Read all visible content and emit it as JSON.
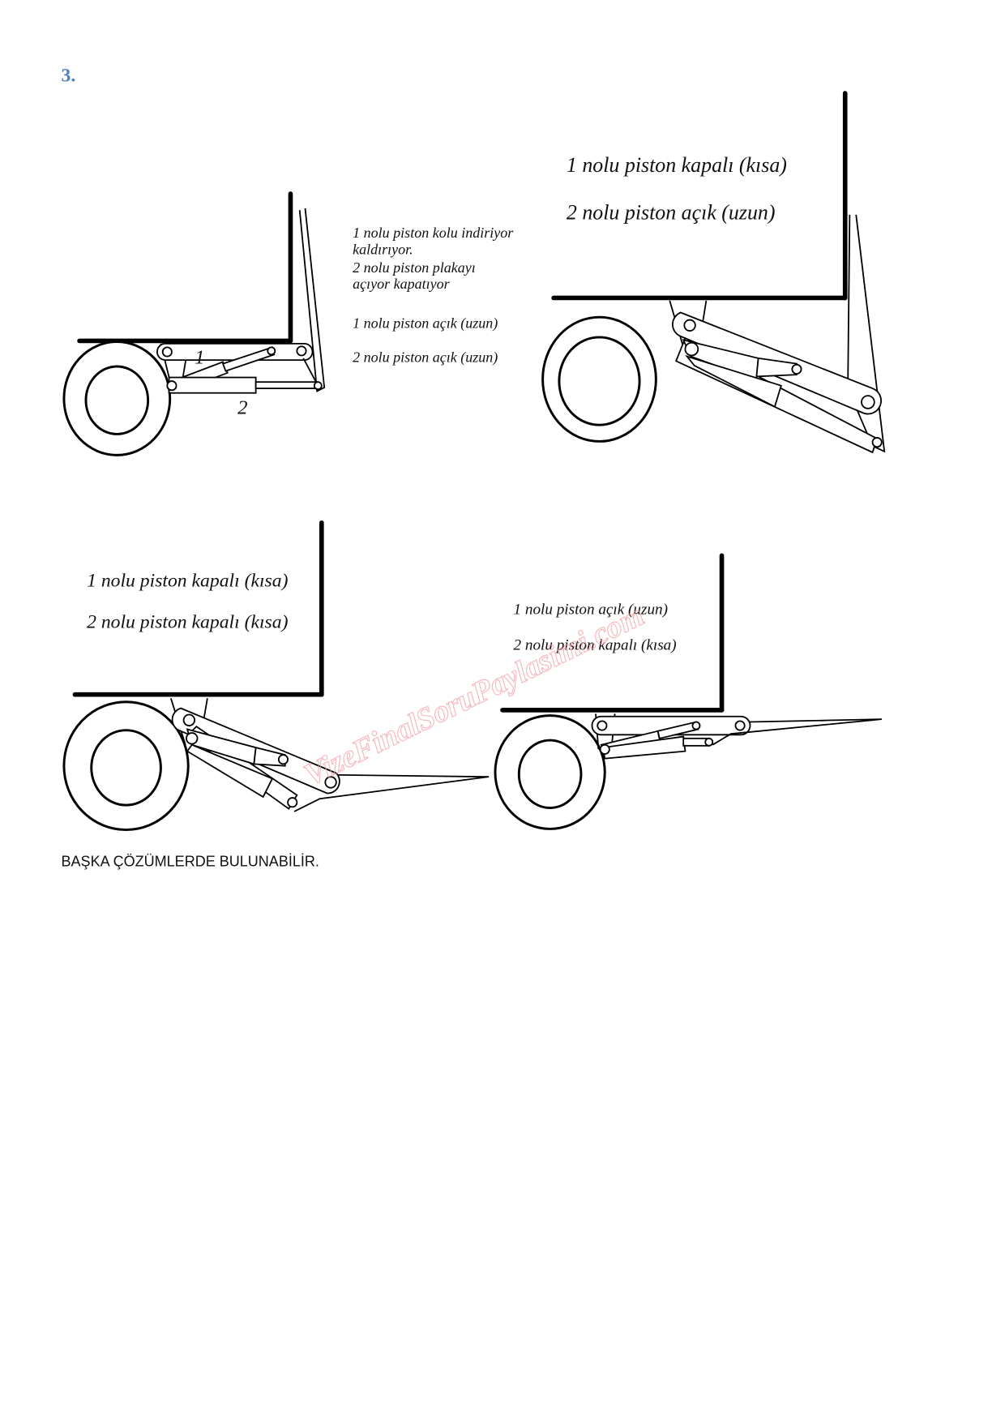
{
  "question_number": "3.",
  "diagrams": [
    {
      "labels": {
        "piston1": "1",
        "piston2": "2"
      },
      "notes": [
        "1 nolu piston kolu indiriyor",
        "kaldırıyor.",
        "2 nolu piston plakayı",
        "açıyor kapatıyor",
        "1 nolu piston açık (uzun)",
        "2 nolu piston açık (uzun)"
      ]
    },
    {
      "notes": [
        "1 nolu piston kapalı (kısa)",
        "2 nolu piston açık (uzun)"
      ]
    },
    {
      "notes": [
        "1 nolu piston kapalı (kısa)",
        "2 nolu piston kapalı (kısa)"
      ]
    },
    {
      "notes": [
        "1 nolu piston açık (uzun)",
        "2 nolu piston kapalı (kısa)"
      ]
    }
  ],
  "watermark": "VizeFinalSoruPaylasimi.com",
  "footer_note": "BAŞKA ÇÖZÜMLERDE BULUNABİLİR."
}
